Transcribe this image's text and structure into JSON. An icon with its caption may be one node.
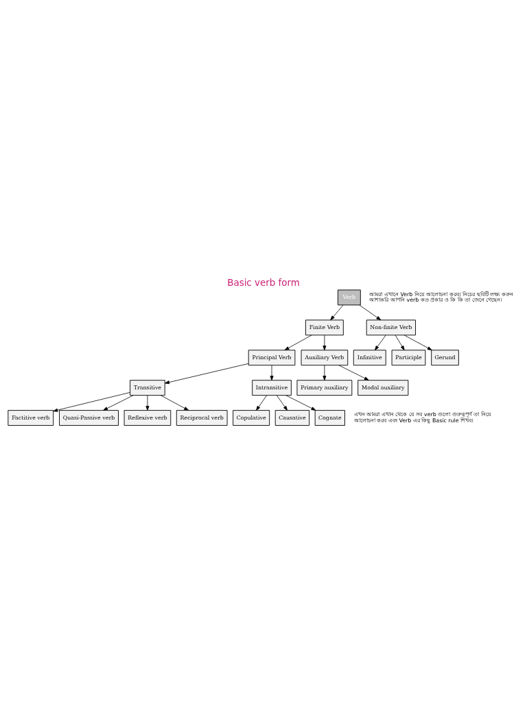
{
  "diagram": {
    "title": "Basic verb form",
    "nodes": [
      {
        "text": [
          "Verb"
        ]
      },
      {
        "text": [
          "Finite Verb"
        ]
      },
      {
        "text": [
          "Non-finite Verb"
        ]
      },
      {
        "text": [
          "Principal Verb"
        ]
      },
      {
        "text": [
          "Auxiliary Verb"
        ]
      },
      {
        "text": [
          "Infinitive"
        ]
      },
      {
        "text": [
          "Participle"
        ]
      },
      {
        "text": [
          "Gerund"
        ]
      },
      {
        "text": [
          "Transitive"
        ]
      },
      {
        "text": [
          "Intransitive"
        ]
      },
      {
        "text": [
          "Primary auxiliary"
        ]
      },
      {
        "text": [
          "Modal auxiliary"
        ]
      },
      {
        "text": [
          "Factitive verb"
        ]
      },
      {
        "text": [
          "Quasi-Passive verb"
        ]
      },
      {
        "text": [
          "Reflexive verb"
        ]
      },
      {
        "text": [
          "Reciprocal verb"
        ]
      },
      {
        "text": [
          "Copulative"
        ]
      },
      {
        "text": [
          "Causative"
        ]
      },
      {
        "text": [
          "Cognate"
        ]
      }
    ],
    "edges": [
      {
        "from": 0,
        "to": 1,
        "arrow": "to"
      },
      {
        "from": 0,
        "to": 2,
        "arrow": "to"
      },
      {
        "from": 1,
        "to": 3,
        "arrow": "to"
      },
      {
        "from": 1,
        "to": 4,
        "arrow": "to"
      },
      {
        "from": 2,
        "to": 5,
        "arrow": "to"
      },
      {
        "from": 2,
        "to": 6,
        "arrow": "to"
      },
      {
        "from": 2,
        "to": 7,
        "arrow": "to"
      },
      {
        "from": 3,
        "to": 8,
        "arrow": "to"
      },
      {
        "from": 3,
        "to": 9,
        "arrow": "to"
      },
      {
        "from": 4,
        "to": 10,
        "arrow": "to"
      },
      {
        "from": 4,
        "to": 11,
        "arrow": "to"
      },
      {
        "from": 8,
        "to": 12,
        "arrow": "to"
      },
      {
        "from": 8,
        "to": 13,
        "arrow": "to"
      },
      {
        "from": 8,
        "to": 14,
        "arrow": "to"
      },
      {
        "from": 8,
        "to": 15,
        "arrow": "to"
      },
      {
        "from": 9,
        "to": 16,
        "arrow": "to"
      },
      {
        "from": 9,
        "to": 17,
        "arrow": "to"
      },
      {
        "from": 9,
        "to": 18,
        "arrow": "to"
      }
    ],
    "labels": [
      "আমরা এখানে Verb নিয়ে আলোচনা করব। নিচের ছবিটি লক্ষ্য করুন আশাকরি আপনি verb কত প্রকার ও কি কি তা জেনে গেছেন।",
      "এখন আমরা এখান থেকে যে সব verb গুলো গুরুত্বপূর্ণ তা নিয়ে আলোচনা করব এবং Verb এর কিছু Basic rule শিখব।"
    ]
  }
}
